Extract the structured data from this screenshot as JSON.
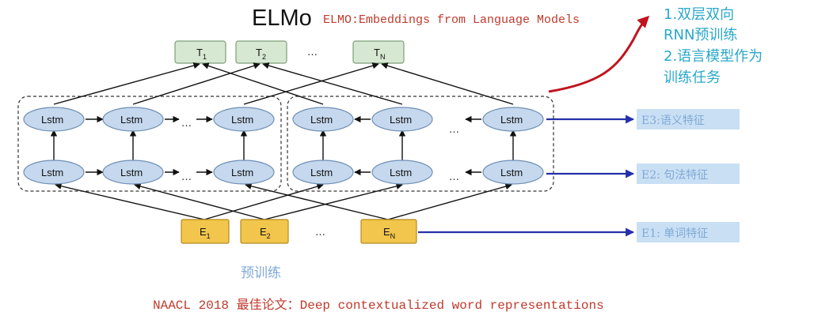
{
  "title": {
    "main": "ELMo",
    "subtitle": "ELMO:Embeddings from Language Models"
  },
  "notes": {
    "line1": "1.双层双向",
    "line2": "RNN预训练",
    "line3": "2.语言模型作为",
    "line4": "训练任务"
  },
  "outputs": {
    "t1": "T",
    "t1_sub": "1",
    "t2": "T",
    "t2_sub": "2",
    "tn": "T",
    "tn_sub": "N",
    "ellipsis": "…"
  },
  "inputs": {
    "e1": "E",
    "e1_sub": "1",
    "e2": "E",
    "e2_sub": "2",
    "en": "E",
    "en_sub": "N",
    "ellipsis": "…"
  },
  "lstm_label": "Lstm",
  "row_ellipsis": "…",
  "features": {
    "e3": "E3:语义特征",
    "e2": "E2: 句法特征",
    "e1": "E1: 单词特征"
  },
  "pretrain_label": "预训练",
  "footer": "NAACL 2018 最佳论文：Deep contextualized word representations",
  "colors": {
    "title_red": "#c0392b",
    "notes_cyan": "#2aa8c9",
    "note_arrow": "#c0141f",
    "feature_arrow": "#2430a8",
    "footer_red": "#c0392b"
  }
}
